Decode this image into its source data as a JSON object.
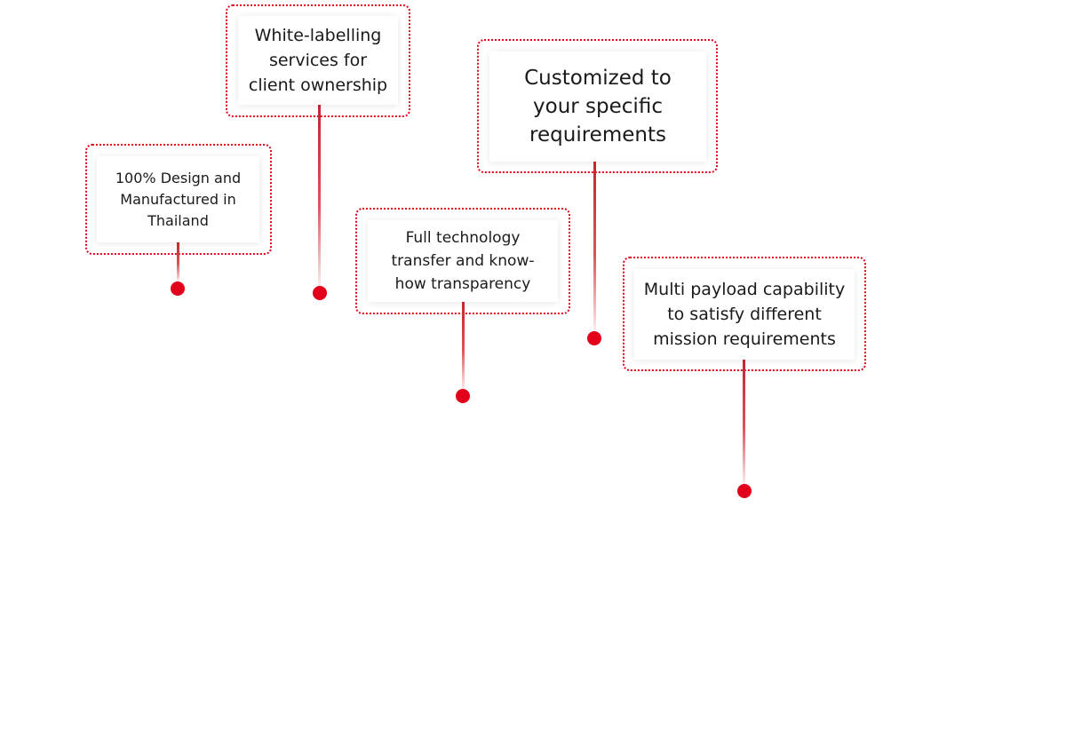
{
  "features": [
    {
      "id": "design",
      "text": "100% Design and Manufactured in Thailand"
    },
    {
      "id": "white-label",
      "text": "White-labelling services for client ownership"
    },
    {
      "id": "tech-transfer",
      "text": "Full technology transfer and know-how transparency"
    },
    {
      "id": "customized",
      "text": "Customized to your specific requirements"
    },
    {
      "id": "multi-payload",
      "text": "Multi payload capability to satisfy different mission requirements"
    }
  ],
  "colors": {
    "accent": "#e2001a",
    "stem": "#c4262e",
    "text": "#1a1a1a"
  }
}
